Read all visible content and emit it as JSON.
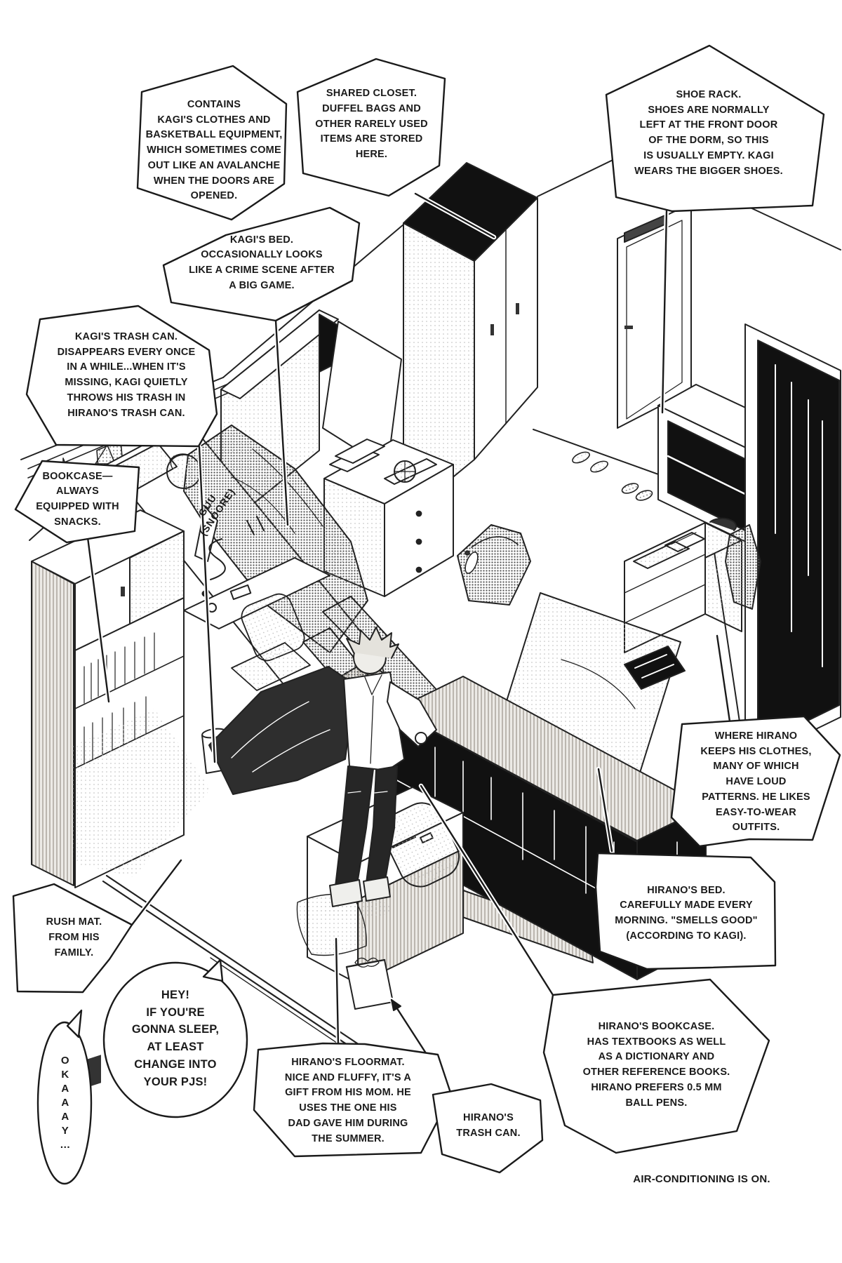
{
  "callouts": {
    "kagi_closet": "CONTAINS\nKAGI'S CLOTHES AND\nBASKETBALL EQUIPMENT,\nWHICH SOMETIMES COME\nOUT LIKE AN AVALANCHE\nWHEN THE DOORS ARE\nOPENED.",
    "shared_closet": "SHARED CLOSET.\nDUFFEL BAGS AND\nOTHER RARELY USED\nITEMS ARE STORED\nHERE.",
    "shoe_rack": "SHOE RACK.\nSHOES ARE NORMALLY\nLEFT AT THE FRONT DOOR\nOF THE DORM, SO THIS\nIS USUALLY EMPTY. KAGI\nWEARS THE BIGGER SHOES.",
    "kagi_bed": "KAGI'S BED.\nOCCASIONALLY LOOKS\nLIKE A CRIME SCENE AFTER\nA BIG GAME.",
    "kagi_trash": "KAGI'S TRASH CAN.\nDISAPPEARS EVERY ONCE\nIN A WHILE...WHEN IT'S\nMISSING, KAGI QUIETLY\nTHROWS HIS TRASH IN\nHIRANO'S TRASH CAN.",
    "bookcase": "BOOKCASE—\nALWAYS\nEQUIPPED WITH\nSNACKS.",
    "hirano_clothes": "WHERE HIRANO\nKEEPS HIS CLOTHES,\nMANY OF WHICH\nHAVE LOUD\nPATTERNS. HE LIKES\nEASY-TO-WEAR\nOUTFITS.",
    "hirano_bed": "HIRANO'S BED.\nCAREFULLY MADE EVERY\nMORNING. \"SMELLS GOOD\"\n(ACCORDING TO KAGI).",
    "rush_mat": "RUSH MAT.\nFROM HIS\nFAMILY.",
    "hirano_floormat": "HIRANO'S FLOORMAT.\nNICE AND FLUFFY, IT'S A\nGIFT FROM HIS MOM. HE\nUSES THE ONE HIS\nDAD GAVE HIM DURING\nTHE SUMMER.",
    "hirano_trash": "HIRANO'S\nTRASH CAN.",
    "hirano_bookcase": "HIRANO'S BOOKCASE.\nHAS TEXTBOOKS AS WELL\nAS A DICTIONARY AND\nOTHER REFERENCE BOOKS.\nHIRANO PREFERS 0.5 MM\nBALL PENS."
  },
  "speech": {
    "hey": "HEY!\nIF YOU'RE\nGONNA SLEEP,\nAT LEAST\nCHANGE INTO\nYOUR PJS!",
    "okaaay": "OKAAAY…"
  },
  "sfx": "GUU\n(SNOORE)",
  "footnote": "AIR-CONDITIONING IS ON.",
  "colors": {
    "ink": "#1a1a1a",
    "paper": "#ffffff"
  }
}
